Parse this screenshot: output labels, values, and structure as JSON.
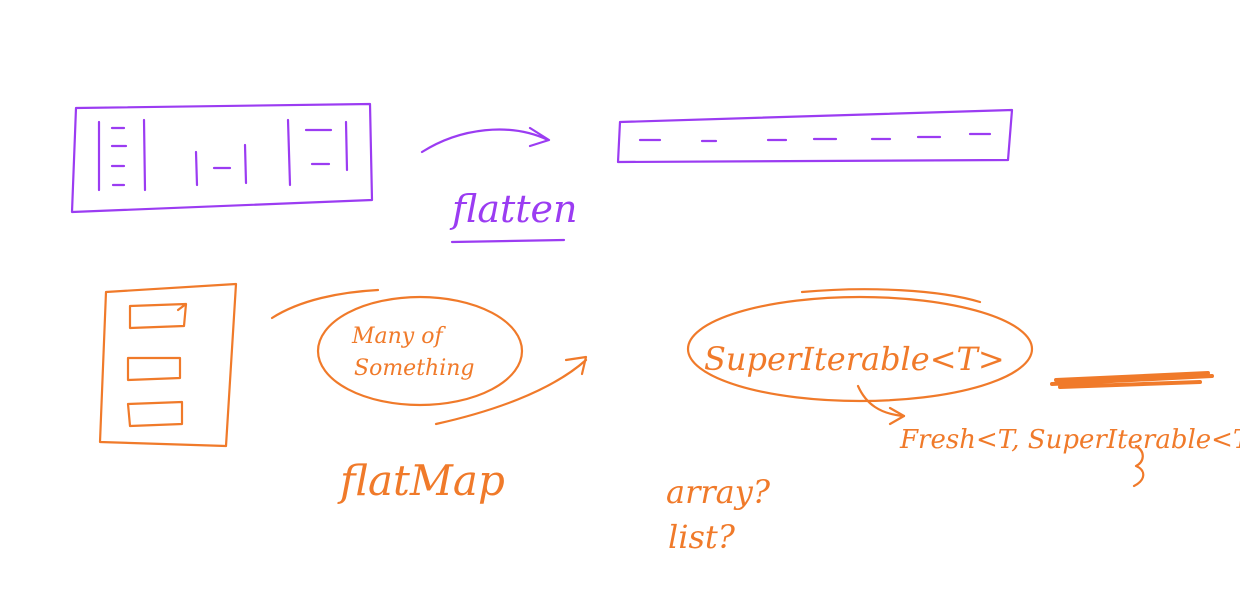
{
  "colors": {
    "purple": "#9b3cf2",
    "orange": "#f07a2a"
  },
  "labels": {
    "flatten": "flatten",
    "many_of_something_line1": "Many of",
    "many_of_something_line2": "Something",
    "flatmap": "flatMap",
    "super_iterable": "SuperIterable<T>",
    "fresh_tuple": "Fresh<T, SuperIterable<T>>",
    "array_question": "array?",
    "list_question": "list?"
  }
}
